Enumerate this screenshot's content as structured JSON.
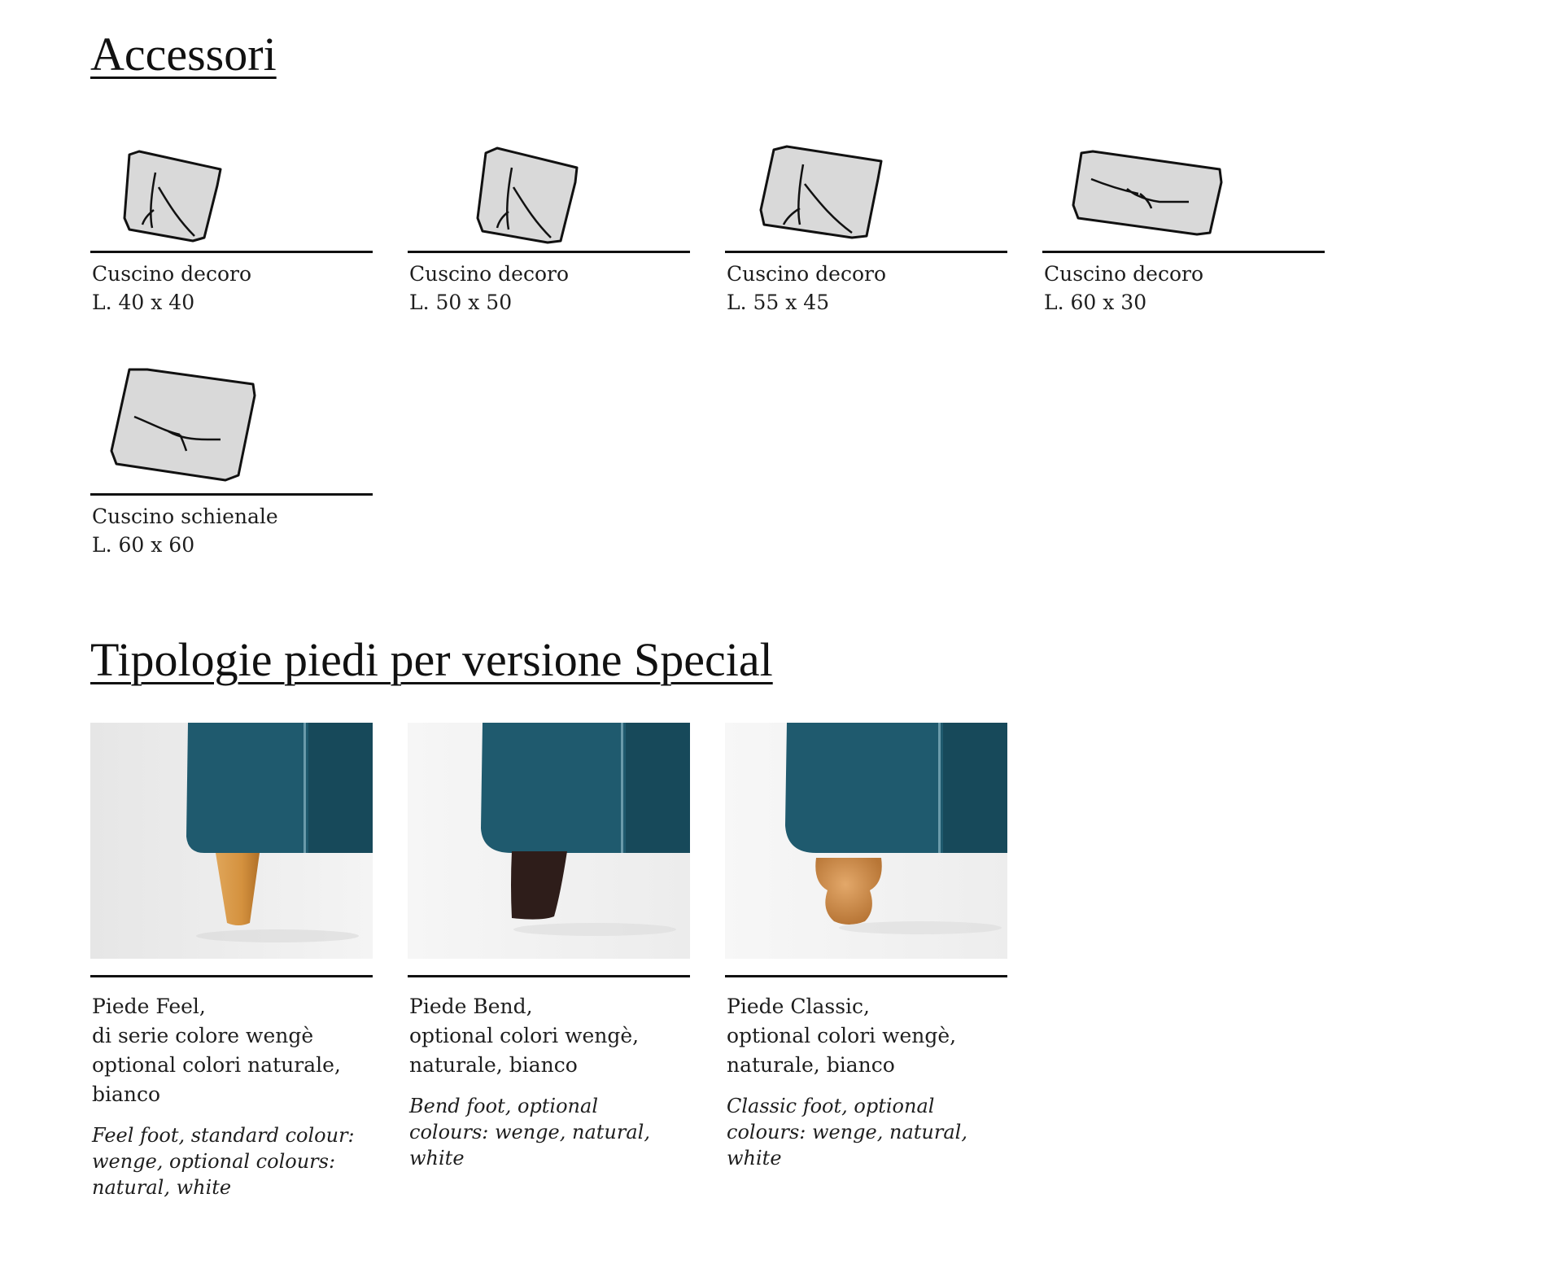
{
  "accessories": {
    "title": "Accessori",
    "items": [
      {
        "name": "Cuscino decoro",
        "size": "L. 40 x 40"
      },
      {
        "name": "Cuscino decoro",
        "size": "L. 50 x 50"
      },
      {
        "name": "Cuscino decoro",
        "size": "L. 55 x 45"
      },
      {
        "name": "Cuscino decoro",
        "size": "L. 60 x 30"
      },
      {
        "name": "Cuscino schienale",
        "size": "L. 60 x 60"
      }
    ]
  },
  "feet": {
    "title": "Tipologie piedi per versione Special",
    "items": [
      {
        "it": [
          "Piede Feel,",
          "di serie colore wengè",
          "optional colori naturale,",
          "bianco"
        ],
        "en": [
          "Feel foot, standard colour:",
          "wenge, optional colours:",
          "natural, white"
        ]
      },
      {
        "it": [
          "Piede Bend,",
          "optional colori wengè,",
          "naturale, bianco"
        ],
        "en": [
          "Bend foot, optional",
          "colours: wenge, natural,",
          "white"
        ]
      },
      {
        "it": [
          "Piede Classic,",
          "optional colori wengè,",
          "naturale, bianco"
        ],
        "en": [
          "Classic foot, optional",
          "colours: wenge, natural,",
          "white"
        ]
      }
    ]
  },
  "colors": {
    "fabric": "#1f5a6e",
    "fabric_dark": "#17495a",
    "pillow_fill": "#d9d9d9",
    "leg_natural": "#d4913e",
    "leg_wenge": "#2e1d1a",
    "leg_classic": "#c98a4e"
  },
  "icons": [
    "pillow-icon",
    "foot-photo"
  ]
}
